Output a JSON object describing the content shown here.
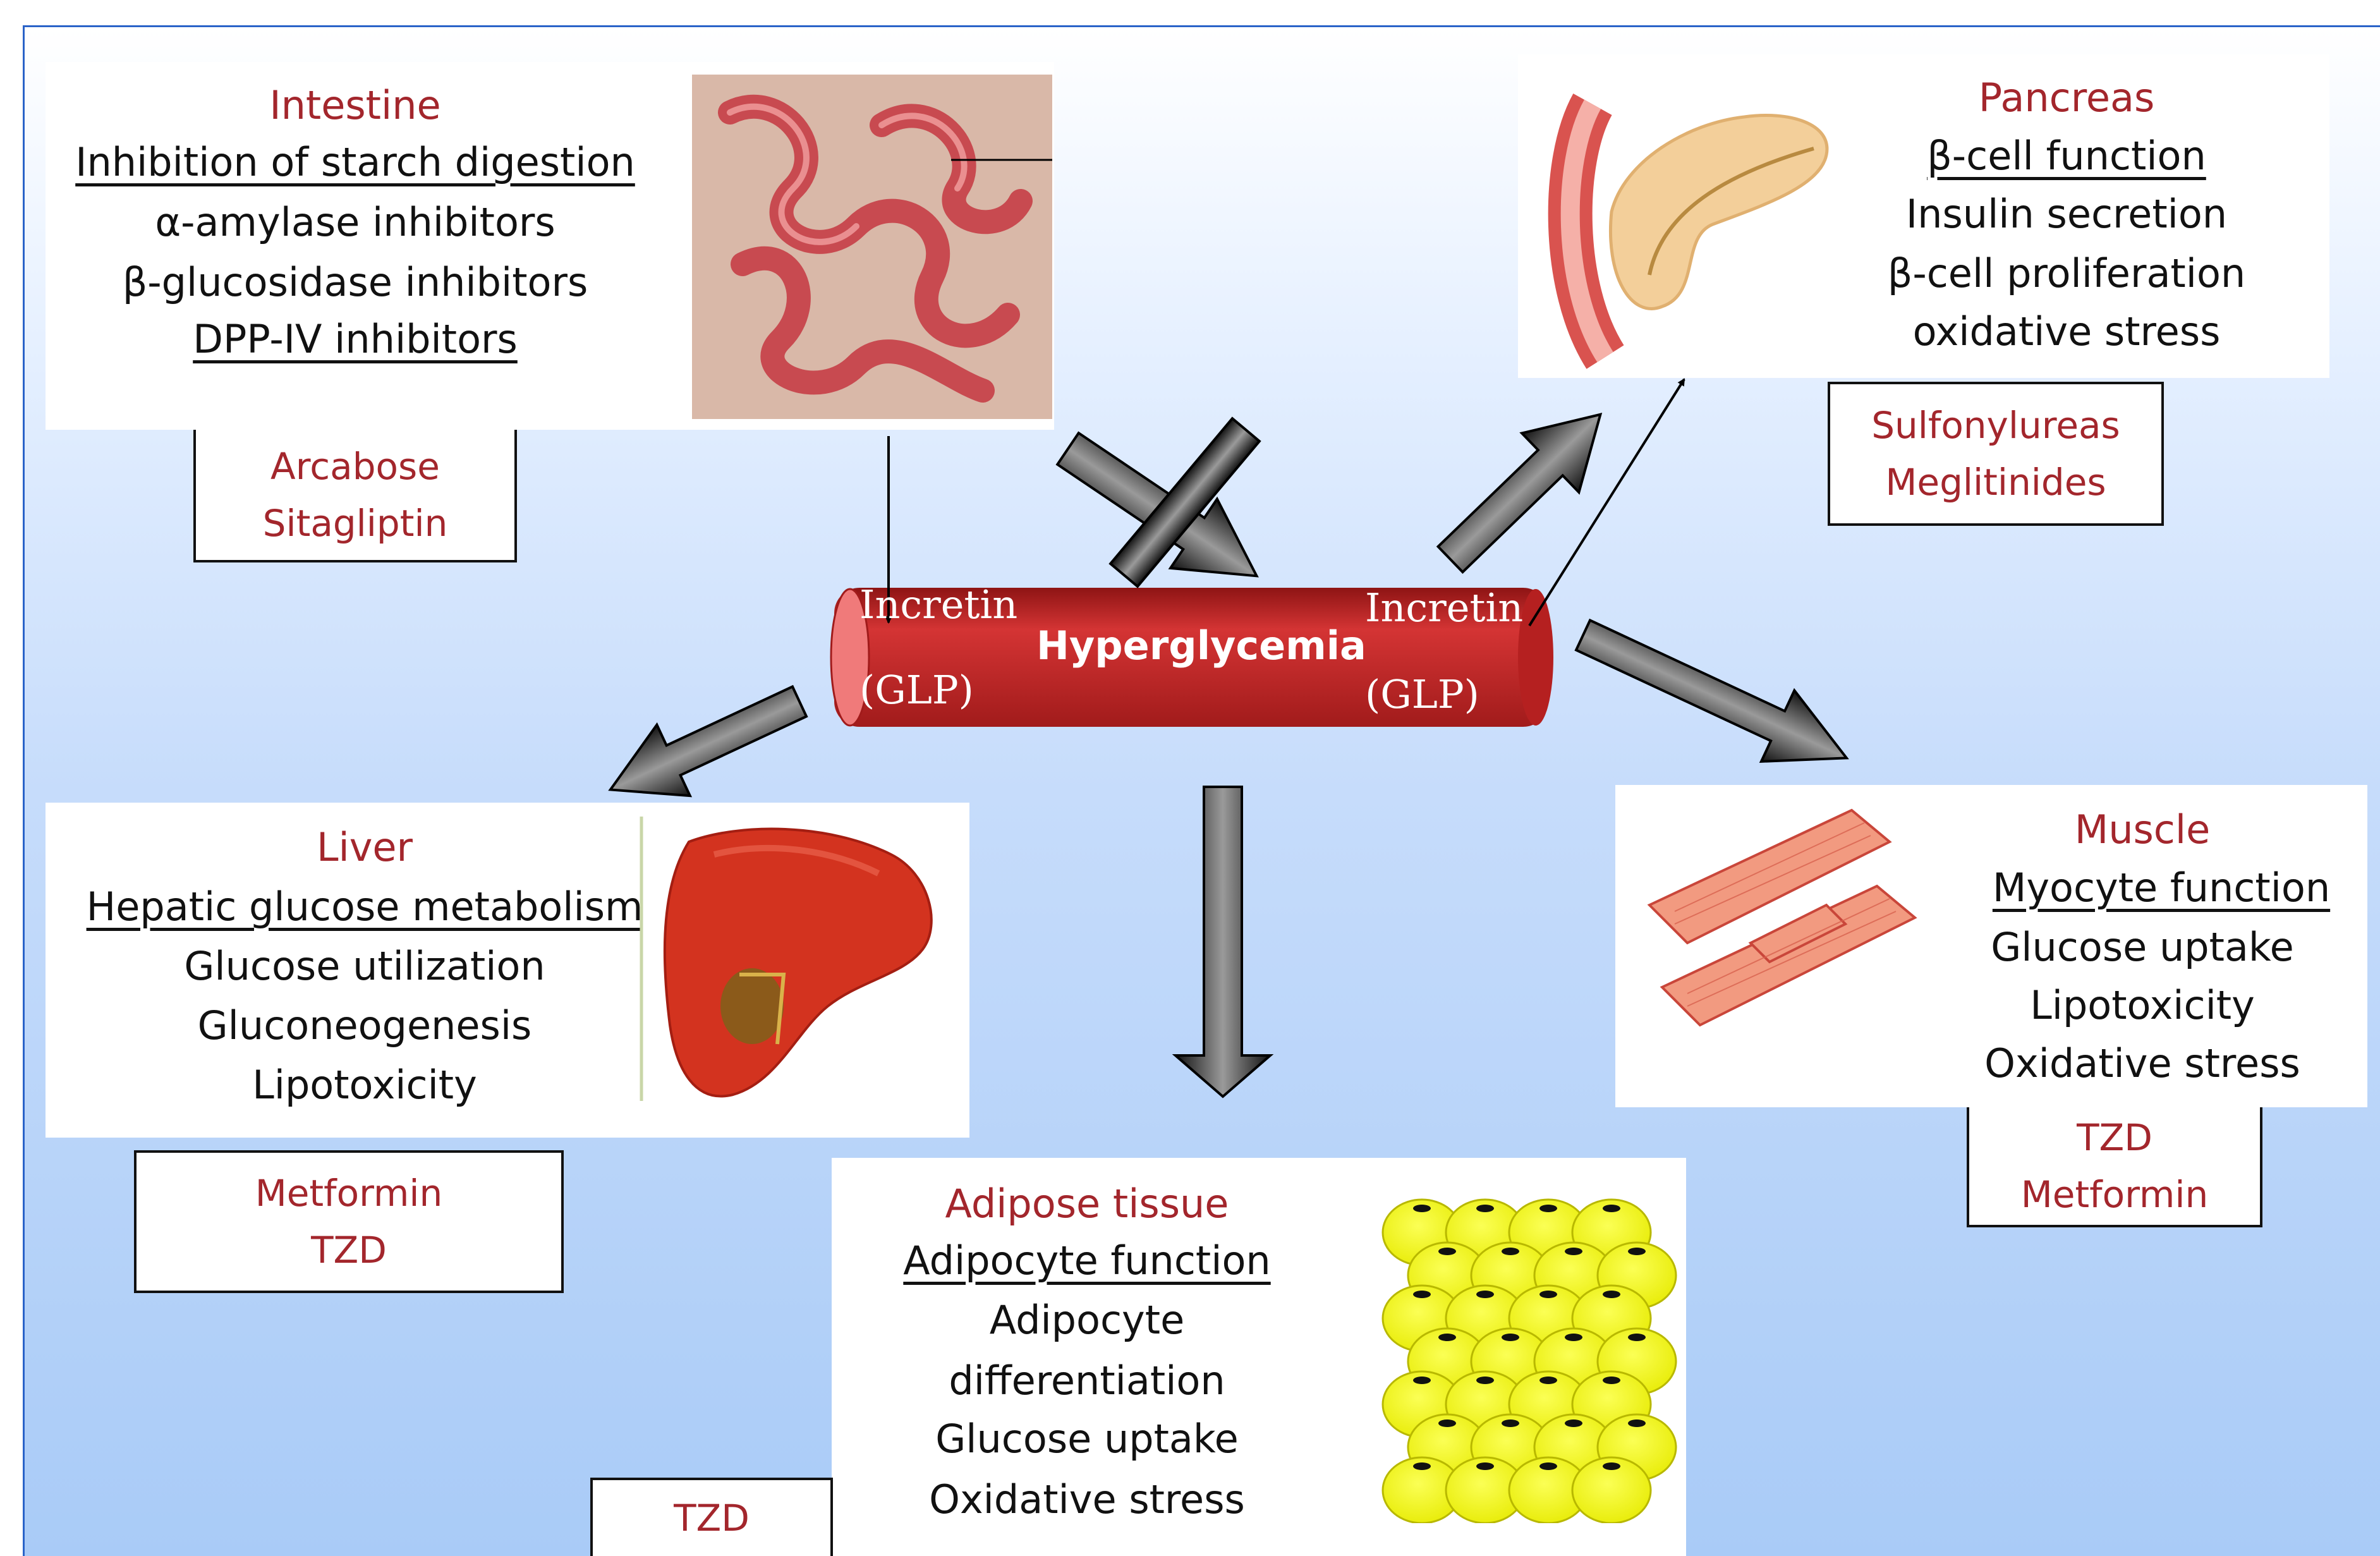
{
  "center": {
    "label": "Hyperglycemia",
    "incretin_label": "Incretin",
    "glp_label": "(GLP)"
  },
  "intestine": {
    "title": "Intestine",
    "items": [
      "Inhibition of starch digestion",
      "α-amylase inhibitors",
      "β-glucosidase inhibitors",
      "DPP-IV inhibitors"
    ],
    "drugs": [
      "Arcabose",
      "Sitagliptin"
    ]
  },
  "pancreas": {
    "title": "Pancreas",
    "items": [
      "β-cell function",
      "Insulin secretion",
      "β-cell proliferation",
      "oxidative stress"
    ],
    "drugs": [
      "Sulfonylureas",
      "Meglitinides"
    ]
  },
  "liver": {
    "title": "Liver",
    "items": [
      "Hepatic glucose metabolism",
      "Glucose utilization",
      "Gluconeogenesis",
      "Lipotoxicity"
    ],
    "drugs": [
      "Metformin",
      "TZD"
    ]
  },
  "muscle": {
    "title": "Muscle",
    "items": [
      "Myocyte function",
      "Glucose uptake",
      "Lipotoxicity",
      "Oxidative stress"
    ],
    "drugs": [
      "TZD",
      "Metformin"
    ]
  },
  "adipose": {
    "title": "Adipose tissue",
    "items": [
      "Adipocyte function",
      "Adipocyte",
      "differentiation",
      "Glucose uptake",
      "Oxidative stress"
    ],
    "drugs": [
      "TZD"
    ]
  },
  "colors": {
    "title_red": "#a3262c",
    "vessel_red": "#c62828",
    "frame_blue": "#2a63c8"
  }
}
